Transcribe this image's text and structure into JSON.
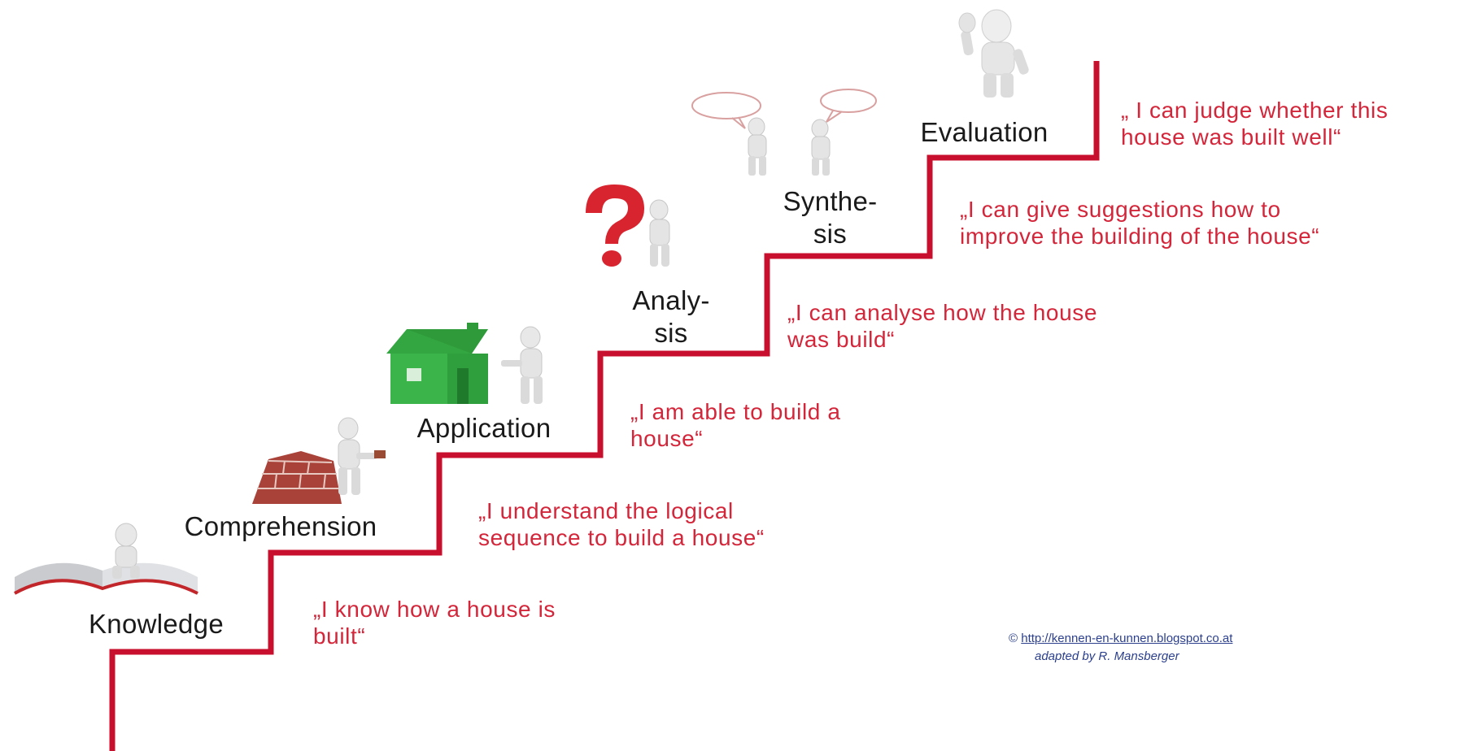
{
  "levels": [
    {
      "id": "knowledge",
      "label": "Knowledge",
      "quote": [
        "„I know how a house is",
        "built“"
      ]
    },
    {
      "id": "comprehension",
      "label": "Comprehension",
      "quote": [
        "„I understand  the logical",
        "sequence  to build a house“"
      ]
    },
    {
      "id": "application",
      "label": "Application",
      "quote": [
        "„I am able to build a",
        "house“"
      ]
    },
    {
      "id": "analysis",
      "label": [
        "Analy-",
        "sis"
      ],
      "quote": [
        "„I can analyse how the house",
        "was build“"
      ]
    },
    {
      "id": "synthesis",
      "label": [
        "Synthe-",
        "sis"
      ],
      "quote": [
        "„I can give suggestions  how to",
        "improve the building  of the house“"
      ]
    },
    {
      "id": "evaluation",
      "label": "Evaluation",
      "quote": [
        "„ I can judge whether this",
        "house was built well“"
      ]
    }
  ],
  "credit": {
    "symbol": "©",
    "url": "http://kennen-en-kunnen.blogspot.co.at",
    "adapted": "adapted by R. Mansberger"
  },
  "icons": [
    "book-figure-icon",
    "brick-wall-figure-icon",
    "green-house-figure-icon",
    "question-mark-figure-icon",
    "talking-figures-icon",
    "thumbs-up-figure-icon"
  ],
  "colors": {
    "staircase": "#c8102e",
    "quote_text": "#d4263a",
    "label_text": "#1a1a1a",
    "credit_text": "#2b3f8c",
    "house_green": "#2ea83a",
    "question_red": "#d8242f"
  }
}
